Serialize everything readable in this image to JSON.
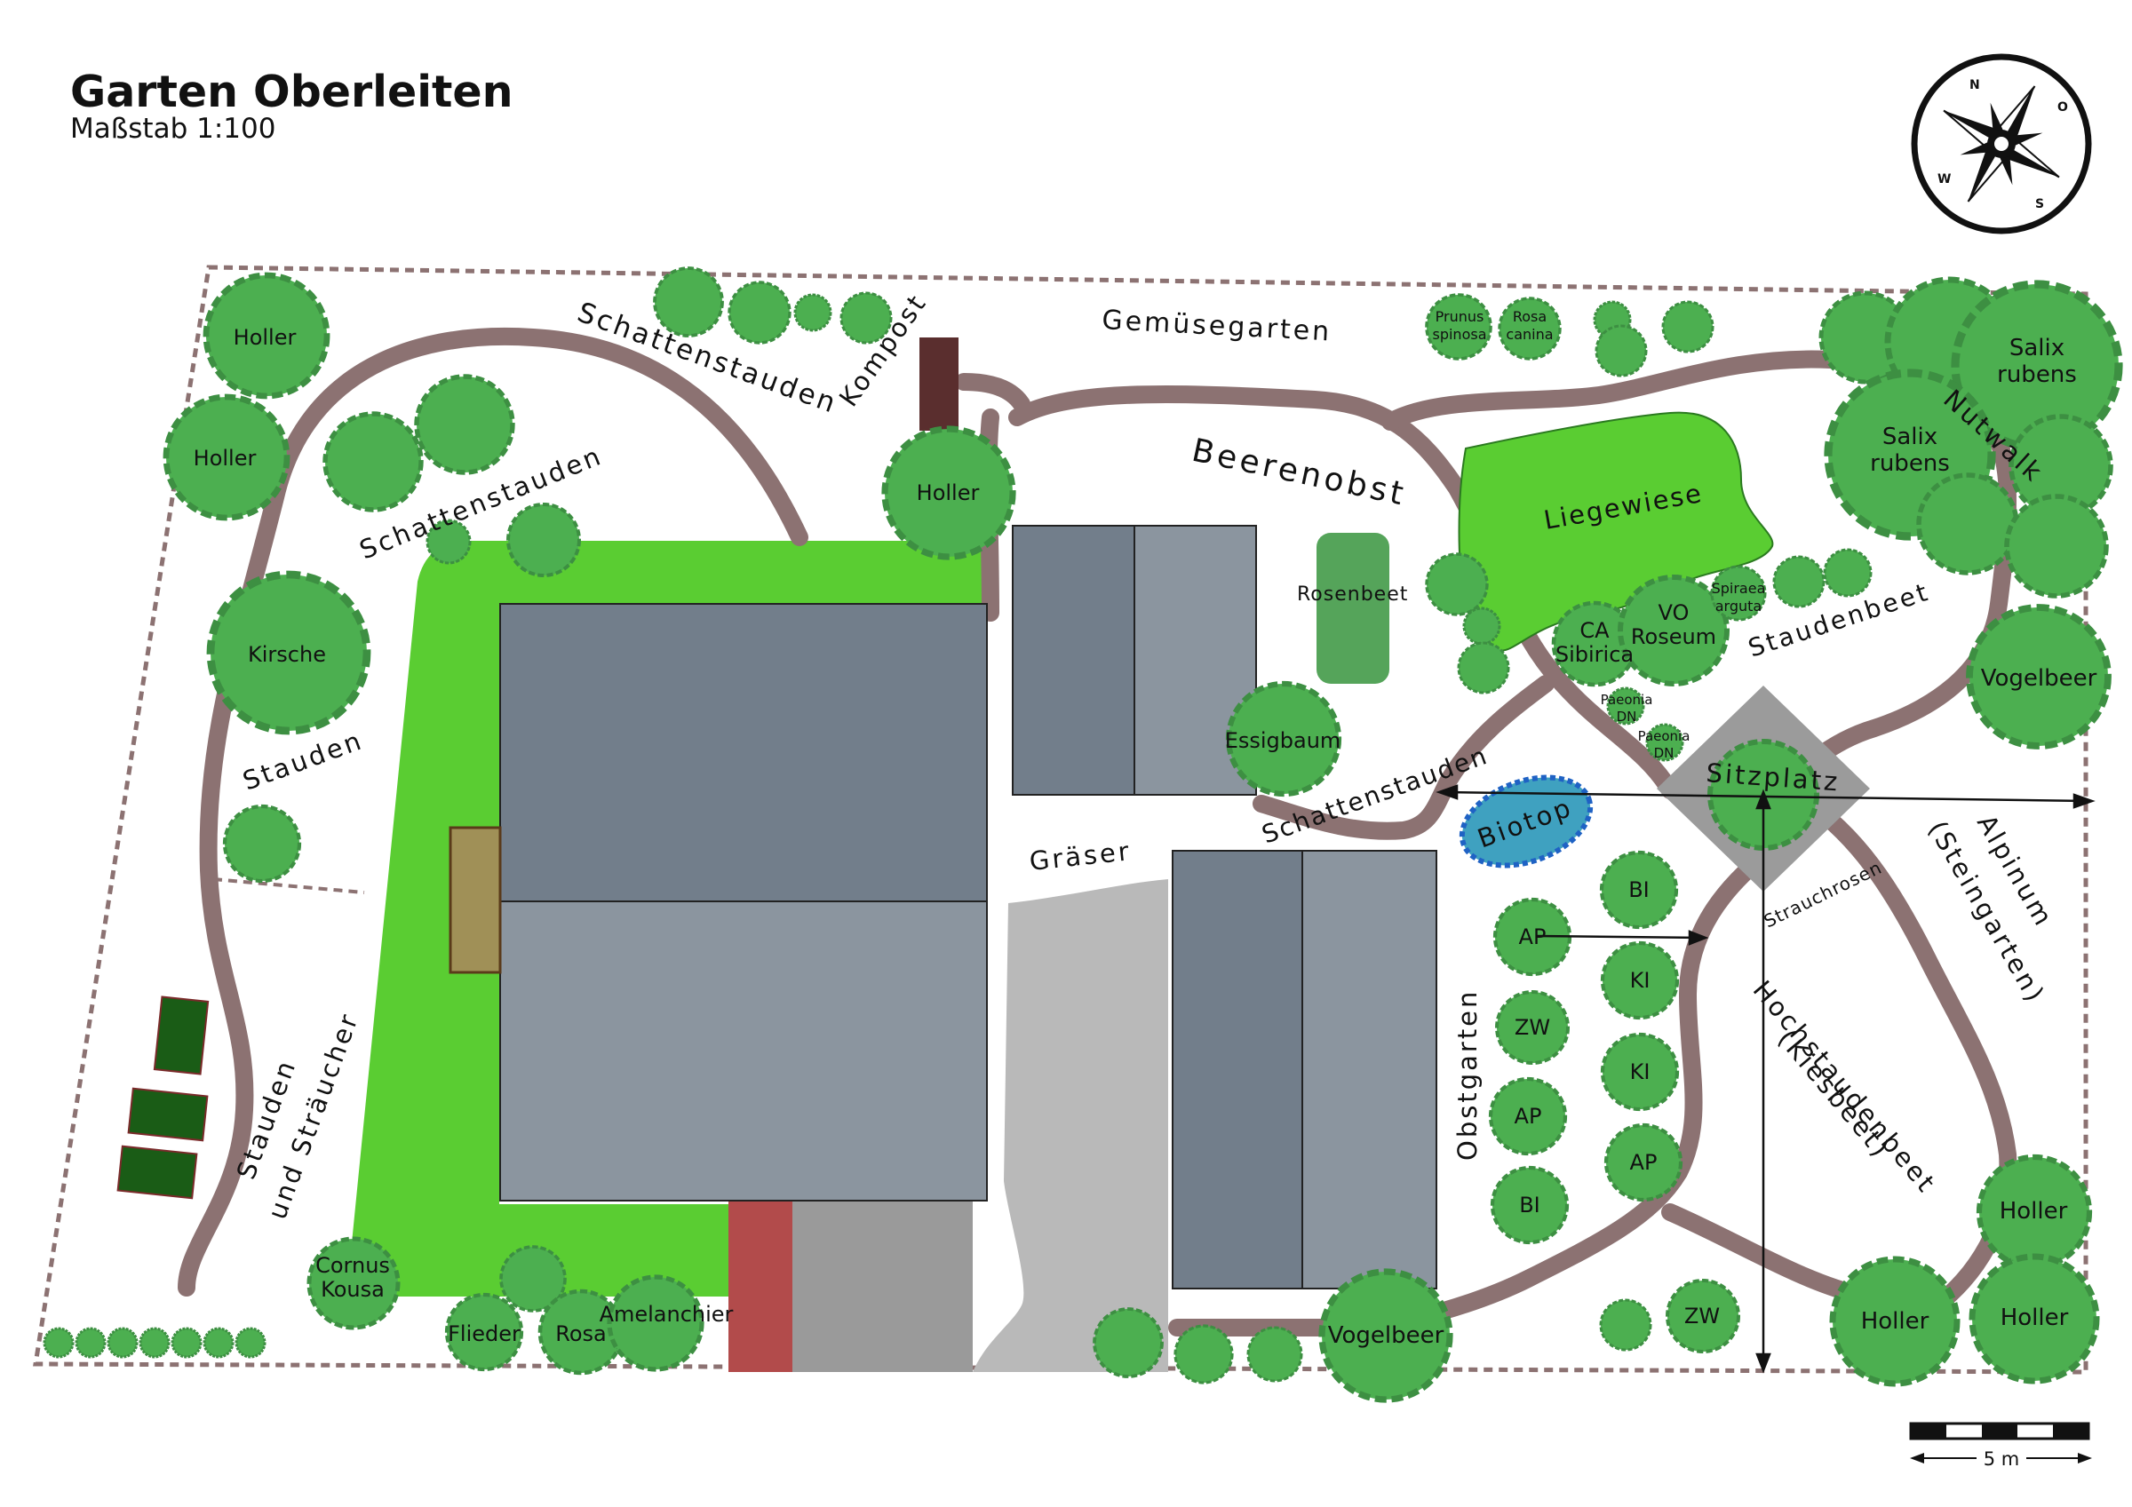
{
  "header": {
    "title": "Garten Oberleiten",
    "scale": "Maßstab 1:100"
  },
  "compass": {
    "n": "N",
    "o": "O",
    "s": "S",
    "w": "W"
  },
  "scalebar": {
    "label": "5 m"
  },
  "areas": {
    "schattenstauden_top": "Schattenstauden",
    "schattenstauden_left": "Schattenstauden",
    "schattenstauden_mid": "Schattenstauden",
    "kompost": "Kompost",
    "gemuesegarten": "Gemüsegarten",
    "beerenobst": "Beerenobst",
    "liegewiese": "Liegewiese",
    "nutwalk": "Nutwalk",
    "rosenbeet": "Rosenbeet",
    "staudenbeet": "Staudenbeet",
    "stauden": "Stauden",
    "gräser": "Gräser",
    "biotop": "Biotop",
    "sitzplatz": "Sitzplatz",
    "strauchrosen": "Strauchrosen",
    "alpinum_1": "Alpinum",
    "alpinum_2": "(Steingarten)",
    "hochstauden_1": "Hochstaudenbeet",
    "hochstauden_2": "(Kiesbeet)",
    "obstgarten": "Obstgarten",
    "straeucher_1": "Stauden",
    "straeucher_2": "und Sträucher"
  },
  "plants": {
    "holler_1": "Holler",
    "holler_2": "Holler",
    "holler_3": "Holler",
    "holler_4": "Holler",
    "holler_5": "Holler",
    "holler_6": "Holler",
    "kirsche": "Kirsche",
    "salix_1a": "Salix",
    "salix_1b": "rubens",
    "salix_2a": "Salix",
    "salix_2b": "rubens",
    "vogelbeer_1": "Vogelbeer",
    "vogelbeer_2": "Vogelbeer",
    "essigbaum": "Essigbaum",
    "prunus_a": "Prunus",
    "prunus_b": "spinosa",
    "rosa_canina_a": "Rosa",
    "rosa_canina_b": "canina",
    "spiraea_a": "Spiraea",
    "spiraea_b": "arguta",
    "ca_a": "CA",
    "ca_b": "Sibirica",
    "vo_a": "VO",
    "vo_b": "Roseum",
    "paeonia_1a": "Paeonia",
    "paeonia_1b": "DN",
    "paeonia_2a": "Paeonia",
    "paeonia_2b": "DN",
    "cornus_a": "Cornus",
    "cornus_b": "Kousa",
    "flieder": "Flieder",
    "rosa": "Rosa",
    "amelanchier": "Amelanchier",
    "ap_1": "AP",
    "zw_1": "ZW",
    "ap_2": "AP",
    "bi_1": "BI",
    "bi_2": "BI",
    "ki_1": "KI",
    "ki_2": "KI",
    "ap_3": "AP",
    "zw_2": "ZW"
  },
  "colors": {
    "lawn": "#5acd32",
    "tree": "#4caf50",
    "tree_outline": "#3d8f42",
    "path": "#8c7272",
    "roof_dark": "#727e8b",
    "roof_light": "#8b959f",
    "biotop": "#3fa1c0",
    "rosenbeet": "#55a45a",
    "kompost": "#5a2e2e",
    "entrance": "#b24b4b",
    "driveway": "#9a9a9a",
    "gravel": "#b9b9b9",
    "beds": "#1a5c16",
    "terrace": "#a09057",
    "sitzplatz": "#9b9b9b"
  }
}
